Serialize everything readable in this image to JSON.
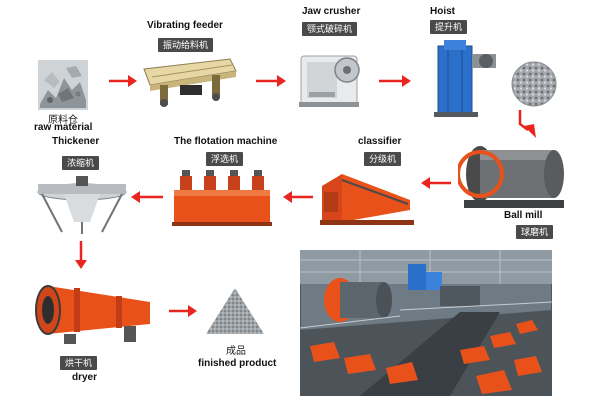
{
  "nodes": {
    "raw_material": {
      "cn": "原料仓",
      "en": "raw material"
    },
    "vibrating_feeder": {
      "en": "Vibrating feeder",
      "cn": "振动给料机"
    },
    "jaw_crusher": {
      "en": "Jaw crusher",
      "cn": "颚式破碎机"
    },
    "hoist": {
      "en": "Hoist",
      "cn": "提升机"
    },
    "ball_mill": {
      "en": "Ball mill",
      "cn": "球磨机"
    },
    "classifier": {
      "en": "classifier",
      "cn": "分级机"
    },
    "flotation": {
      "en": "The flotation machine",
      "cn": "浮选机"
    },
    "thickener": {
      "en": "Thickener",
      "cn": "浓缩机"
    },
    "dryer": {
      "cn": "烘干机",
      "en": "dryer"
    },
    "finished_product": {
      "cn": "成品",
      "en": "finished product"
    }
  },
  "colors": {
    "arrow": "#e8261f",
    "label_bg": "#4a4a4a",
    "machine_orange": "#e8521a",
    "machine_blue": "#2a6fc9"
  }
}
